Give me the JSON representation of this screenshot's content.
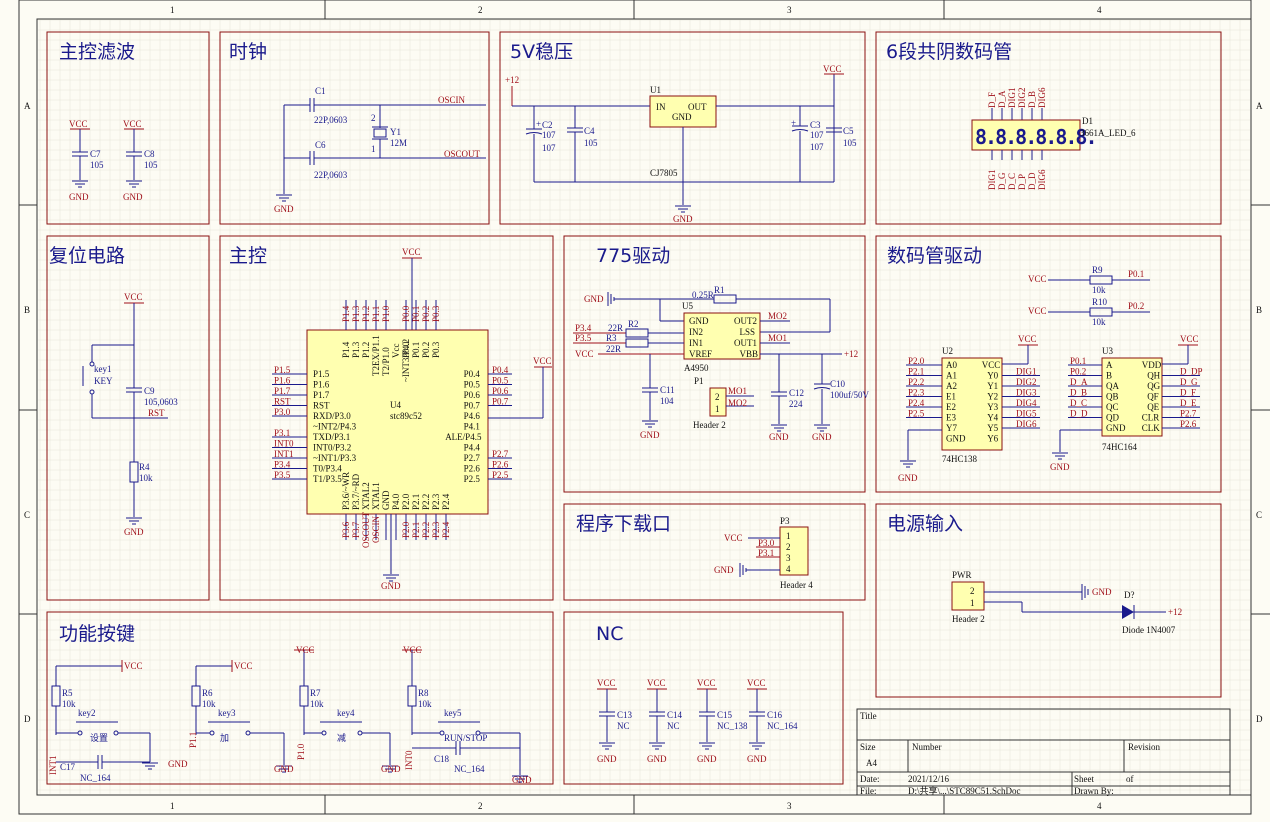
{
  "zones": {
    "columns": [
      "1",
      "2",
      "3",
      "4"
    ],
    "rows": [
      "A",
      "B",
      "C",
      "D"
    ]
  },
  "sections": {
    "main_filter": "主控滤波",
    "clock": "时钟",
    "regulator": "5V稳压",
    "display": "6段共阴数码管",
    "reset": "复位电路",
    "mcu": "主控",
    "driver775": "775驱动",
    "display_driver": "数码管驱动",
    "download": "程序下载口",
    "power_in": "电源输入",
    "keys": "功能按键",
    "nc": "NC"
  },
  "net": {
    "vcc": "VCC",
    "gnd": "GND",
    "p12v": "+12",
    "rst": "RST",
    "oscin": "OSCIN",
    "oscout": "OSCOUT"
  },
  "filter": {
    "c7": "C7",
    "c7_val": "105",
    "c8": "C8",
    "c8_val": "105"
  },
  "clock": {
    "c1": "C1",
    "c1_val": "22P,0603",
    "c6": "C6",
    "c6_val": "22P,0603",
    "y1": "Y1",
    "y1_val": "12M",
    "pin1": "1",
    "pin2": "2"
  },
  "reg": {
    "c2": "C2",
    "c2_val": "107",
    "c4": "C4",
    "c4_val": "105",
    "u1": "U1",
    "u1_in": "IN",
    "u1_out": "OUT",
    "u1_gnd": "GND",
    "u1_part": "CJ7805",
    "c3": "C3",
    "c3_val": "107",
    "c5": "C5",
    "c5_val": "105",
    "plus": "+"
  },
  "disp": {
    "digits": "8.8.8.8.8.8.",
    "d1": "D1",
    "part": "3661A_LED_6",
    "top_pins": [
      "D_F",
      "D_A",
      "DIG1",
      "DIG2",
      "D_B",
      "DIG6"
    ],
    "bottom_pins": [
      "DIG1",
      "D_G",
      "D_C",
      "D_P",
      "D_D",
      "DIG6"
    ]
  },
  "reset": {
    "key1": "key1",
    "key": "KEY",
    "c9": "C9",
    "c9_val": "105,0603",
    "r4": "R4",
    "r4_val": "10k"
  },
  "mcu": {
    "u4": "U4",
    "part": "stc89c52",
    "top_outer": [
      "P1.4",
      "P1.3",
      "P1.2",
      "P1.1",
      "P1.0",
      "P0.0",
      "P0.1",
      "P0.2",
      "P0.3"
    ],
    "top_inner": [
      "P1.4",
      "P1.3",
      "P1.2",
      "T2EX/P1.1",
      "T2/P1.0",
      "Vcc",
      "P0.0",
      "P0.1",
      "P0.2",
      "P0.3"
    ],
    "left_inner": [
      "P1.5",
      "P1.6",
      "P1.7",
      "RST",
      "RXD/P3.0",
      "~INT2/P4.3",
      "TXD/P3.1",
      "INT0/P3.2",
      "~INT1/P3.3",
      "T0/P3.4",
      "T1/P3.5"
    ],
    "left_outer": [
      "P1.5",
      "P1.6",
      "P1.7",
      "RST",
      "P3.0",
      "P3.1",
      "INT0",
      "INT1",
      "P3.4",
      "P3.5"
    ],
    "right_inner": [
      "P0.4",
      "P0.5",
      "P0.6",
      "P0.7",
      "P4.6",
      "P4.1",
      "ALE/P4.5",
      "P4.4",
      "P2.7",
      "P2.6",
      "P2.5"
    ],
    "right_outer": [
      "P0.4",
      "P0.5",
      "P0.6",
      "P0.7",
      "P2.7",
      "P2.6",
      "P2.5"
    ],
    "bottom_inner": [
      "P3.6/~WR",
      "P3.7/~RD",
      "XTAL2",
      "XTAL1",
      "GND",
      "P4.0",
      "P2.0",
      "P2.1",
      "P2.2",
      "P2.3",
      "P2.4"
    ],
    "bottom_outer": [
      "P3.6",
      "P3.7",
      "OSCOUT",
      "OSCIN",
      "P2.0",
      "P2.1",
      "P2.2",
      "P2.3",
      "P2.4"
    ],
    "int3": "~INT3/P4.2",
    "ale": "ALE/P4.5"
  },
  "drv": {
    "r1": "R1",
    "r1_val": "0.25R",
    "r2": "R2",
    "r2_val": "22R",
    "r3": "R3",
    "r3_val": "22R",
    "r_val3": "22R",
    "u5": "U5",
    "part": "A4950",
    "u5_left": [
      "GND",
      "IN2",
      "IN1",
      "VREF"
    ],
    "u5_right": [
      "OUT2",
      "LSS",
      "OUT1",
      "VBB"
    ],
    "mo2": "MO2",
    "mo1": "MO1",
    "p34": "P3.4",
    "p35": "P3.5",
    "c11": "C11",
    "c11_val": "104",
    "p1": "P1",
    "p1_pins": [
      "2",
      "1"
    ],
    "p1_part": "Header 2",
    "c12": "C12",
    "c12_val": "224",
    "c10": "C10",
    "c10_val": "100uf/50V"
  },
  "seg": {
    "r9": "R9",
    "r9_val": "10k",
    "p01": "P0.1",
    "r10": "R10",
    "r10_val": "10k",
    "p02": "P0.2",
    "u2": "U2",
    "u2_part": "74HC138",
    "u2_left": [
      "A0",
      "A1",
      "A2",
      "E1",
      "E2",
      "E3",
      "Y7",
      "GND"
    ],
    "u2_right": [
      "VCC",
      "Y0",
      "Y1",
      "Y2",
      "Y3",
      "Y4",
      "Y5",
      "Y6"
    ],
    "u2_in": [
      "P2.0",
      "P2.1",
      "P2.2",
      "P2.3",
      "P2.4",
      "P2.5"
    ],
    "u2_out": [
      "DIG1",
      "DIG2",
      "DIG3",
      "DIG4",
      "DIG5",
      "DIG6"
    ],
    "u3": "U3",
    "u3_part": "74HC164",
    "u3_left": [
      "A",
      "B",
      "QA",
      "QB",
      "QC",
      "QD",
      "GND"
    ],
    "u3_right": [
      "VDD",
      "QH",
      "QG",
      "QF",
      "QE",
      "CLR",
      "CLK"
    ],
    "u3_in": [
      "P0.1",
      "P0.2",
      "D_A",
      "D_B",
      "D_C",
      "D_D"
    ],
    "u3_out": [
      "D_DP",
      "D_G",
      "D_F",
      "D_E",
      "P2.7",
      "P2.6"
    ]
  },
  "dl": {
    "p3": "P3",
    "pins": [
      "1",
      "2",
      "3",
      "4"
    ],
    "part": "Header 4",
    "p30": "P3.0",
    "p31": "P3.1"
  },
  "pwr": {
    "pwr": "PWR",
    "pins": [
      "2",
      "1"
    ],
    "part": "Header 2",
    "d": "D?",
    "d_part": "Diode 1N4007"
  },
  "keys": {
    "r5": "R5",
    "r6": "R6",
    "r7": "R7",
    "r8": "R8",
    "rval": "10k",
    "key2": "key2",
    "key3": "key3",
    "key4": "key4",
    "key5": "key5",
    "k2_label": "设置",
    "k3_label": "加",
    "k4_label": "减",
    "k5_label": "RUN/STOP",
    "int1": "INT1",
    "p11": "P1.1",
    "p10": "P1.0",
    "int0": "INT0",
    "c17": "C17",
    "c17_val": "NC_164",
    "c18": "C18",
    "c18_val": "NC_164"
  },
  "nc": {
    "caps": [
      {
        "ref": "C13",
        "val": "NC"
      },
      {
        "ref": "C14",
        "val": "NC"
      },
      {
        "ref": "C15",
        "val": "NC_138"
      },
      {
        "ref": "C16",
        "val": "NC_164"
      }
    ]
  },
  "titleblock": {
    "title": "Title",
    "size": "Size",
    "size_val": "A4",
    "number": "Number",
    "revision": "Revision",
    "date": "Date:",
    "date_val": "2021/12/16",
    "sheet": "Sheet",
    "of": "of",
    "file": "File:",
    "file_val": "D:\\共享\\...\\STC89C51.SchDoc",
    "drawn": "Drawn By:"
  }
}
